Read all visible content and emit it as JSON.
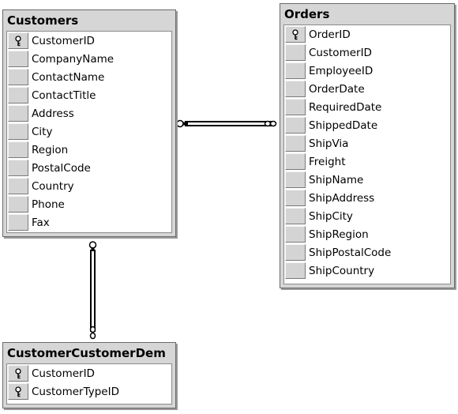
{
  "diagram": {
    "tables": {
      "customers": {
        "title": "Customers",
        "columns": [
          {
            "name": "CustomerID",
            "primary_key": true
          },
          {
            "name": "CompanyName",
            "primary_key": false
          },
          {
            "name": "ContactName",
            "primary_key": false
          },
          {
            "name": "ContactTitle",
            "primary_key": false
          },
          {
            "name": "Address",
            "primary_key": false
          },
          {
            "name": "City",
            "primary_key": false
          },
          {
            "name": "Region",
            "primary_key": false
          },
          {
            "name": "PostalCode",
            "primary_key": false
          },
          {
            "name": "Country",
            "primary_key": false
          },
          {
            "name": "Phone",
            "primary_key": false
          },
          {
            "name": "Fax",
            "primary_key": false
          }
        ]
      },
      "orders": {
        "title": "Orders",
        "columns": [
          {
            "name": "OrderID",
            "primary_key": true
          },
          {
            "name": "CustomerID",
            "primary_key": false
          },
          {
            "name": "EmployeeID",
            "primary_key": false
          },
          {
            "name": "OrderDate",
            "primary_key": false
          },
          {
            "name": "RequiredDate",
            "primary_key": false
          },
          {
            "name": "ShippedDate",
            "primary_key": false
          },
          {
            "name": "ShipVia",
            "primary_key": false
          },
          {
            "name": "Freight",
            "primary_key": false
          },
          {
            "name": "ShipName",
            "primary_key": false
          },
          {
            "name": "ShipAddress",
            "primary_key": false
          },
          {
            "name": "ShipCity",
            "primary_key": false
          },
          {
            "name": "ShipRegion",
            "primary_key": false
          },
          {
            "name": "ShipPostalCode",
            "primary_key": false
          },
          {
            "name": "ShipCountry",
            "primary_key": false
          }
        ]
      },
      "customer_demo": {
        "title": "CustomerCustomerDem",
        "columns": [
          {
            "name": "CustomerID",
            "primary_key": true
          },
          {
            "name": "CustomerTypeID",
            "primary_key": true
          }
        ]
      }
    },
    "relationships": [
      {
        "from": "Customers",
        "to": "Orders",
        "from_end": "key-icon",
        "to_end": "infinity-icon"
      },
      {
        "from": "Customers",
        "to": "CustomerCustomerDem",
        "from_end": "key-icon",
        "to_end": "infinity-icon"
      }
    ],
    "colors": {
      "table_frame": "#d6d6d6",
      "line": "#000000"
    }
  }
}
